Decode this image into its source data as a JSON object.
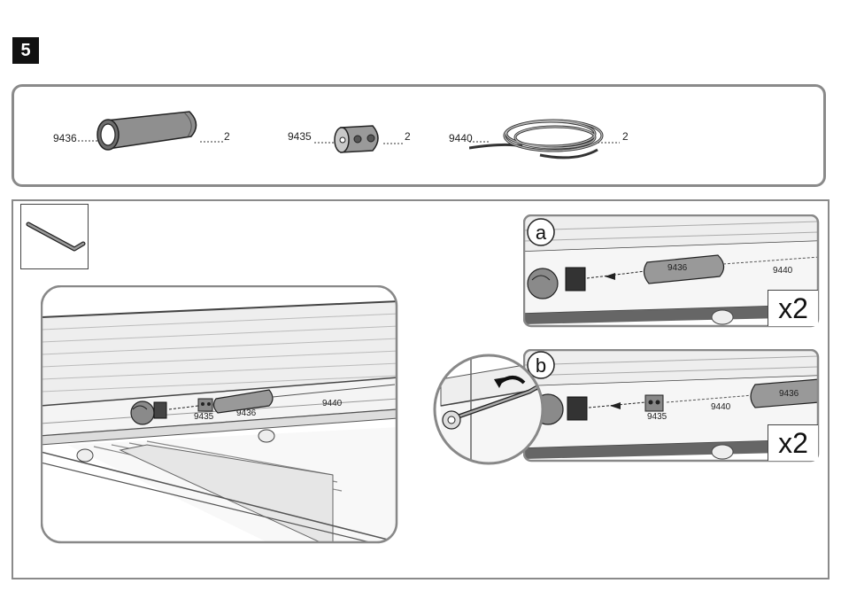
{
  "step": {
    "number": "5"
  },
  "parts": [
    {
      "code": "9436",
      "qty": "2",
      "name": "tube-sleeve"
    },
    {
      "code": "9435",
      "qty": "2",
      "name": "cable-clamp"
    },
    {
      "code": "9440",
      "qty": "2",
      "name": "cable-coil"
    }
  ],
  "tool": {
    "icon": "allen-key-icon"
  },
  "main_view": {
    "label_clamp": "9435",
    "label_sleeve": "9436",
    "label_cable": "9440"
  },
  "detail_a": {
    "letter": "a",
    "label_sleeve": "9436",
    "label_cable": "9440",
    "multiplier": "x2"
  },
  "detail_b": {
    "letter": "b",
    "label_sleeve": "9436",
    "label_clamp": "9435",
    "label_cable": "9440",
    "multiplier": "x2"
  }
}
